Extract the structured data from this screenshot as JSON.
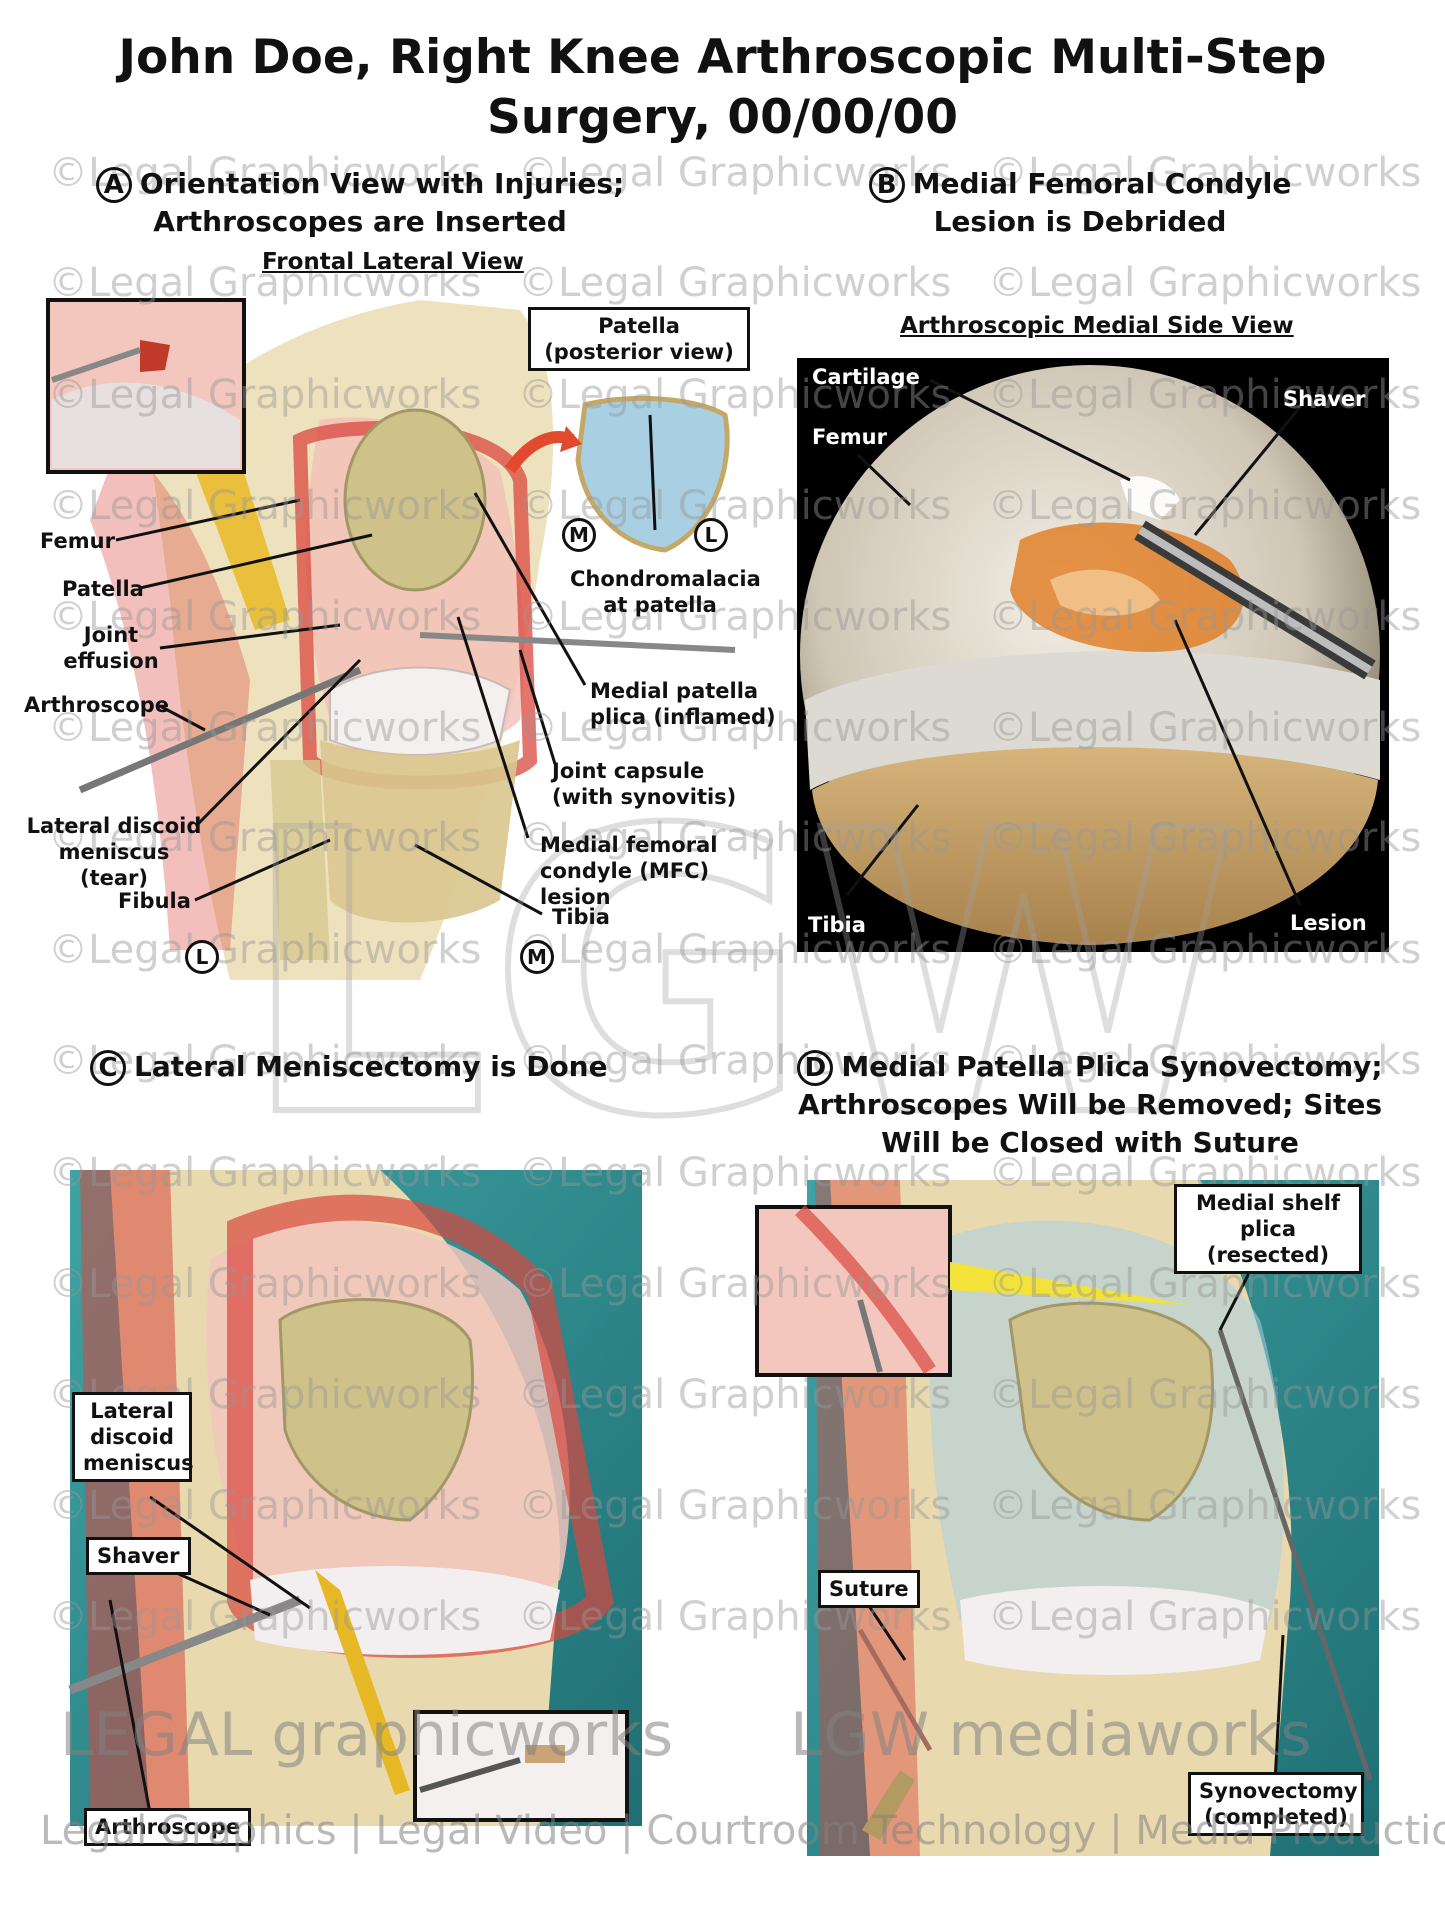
{
  "title": "John Doe, Right Knee Arthroscopic Multi-Step Surgery, 00/00/00",
  "panels": {
    "a": {
      "letter": "A",
      "heading_line1": "Orientation View with Injuries;",
      "heading_line2": "Arthroscopes are Inserted",
      "subheading": "Frontal Lateral View",
      "patella_box": "Patella (posterior view)",
      "labels": {
        "femur": "Femur",
        "patella": "Patella",
        "joint_effusion": "Joint effusion",
        "arthroscope": "Arthroscope",
        "lateral_discoid": "Lateral discoid meniscus (tear)",
        "fibula": "Fibula",
        "chondromalacia": "Chondromalacia at patella",
        "medial_plica": "Medial patella plica (inflamed)",
        "joint_capsule": "Joint capsule (with synovitis)",
        "mfc_lesion": "Medial femoral condyle (MFC) lesion",
        "tibia": "Tibia"
      },
      "orientation": {
        "lateral": "L",
        "medial": "M"
      }
    },
    "b": {
      "letter": "B",
      "heading_line1": "Medial Femoral Condyle",
      "heading_line2": "Lesion is Debrided",
      "subheading": "Arthroscopic Medial Side View",
      "labels": {
        "cartilage": "Cartilage",
        "femur": "Femur",
        "shaver": "Shaver",
        "tibia": "Tibia",
        "lesion": "Lesion"
      }
    },
    "c": {
      "letter": "C",
      "heading": "Lateral Meniscectomy is Done",
      "labels": {
        "lateral_discoid": "Lateral discoid meniscus",
        "shaver": "Shaver",
        "arthroscope": "Arthroscope"
      }
    },
    "d": {
      "letter": "D",
      "heading_line1": "Medial Patella Plica Synovectomy;",
      "heading_line2": "Arthroscopes Will be Removed; Sites",
      "heading_line3": "Will be Closed with Suture",
      "labels": {
        "medial_shelf": "Medial shelf plica (resected)",
        "suture": "Suture",
        "synovectomy": "Synovectomy (completed)"
      }
    }
  },
  "watermark": "©Legal Graphicworks",
  "brand": {
    "left": "LEGAL graphicworks",
    "right": "LGW mediaworks",
    "footer": "Legal Graphics | Legal Video | Courtroom Technology | Media Production"
  },
  "colors": {
    "joint_red": "#d9473f",
    "bone": "#cfc18a",
    "teal": "#2d8c8f",
    "cartilage_blue": "#a9cfe3",
    "lesion_orange": "#e07a1f"
  }
}
